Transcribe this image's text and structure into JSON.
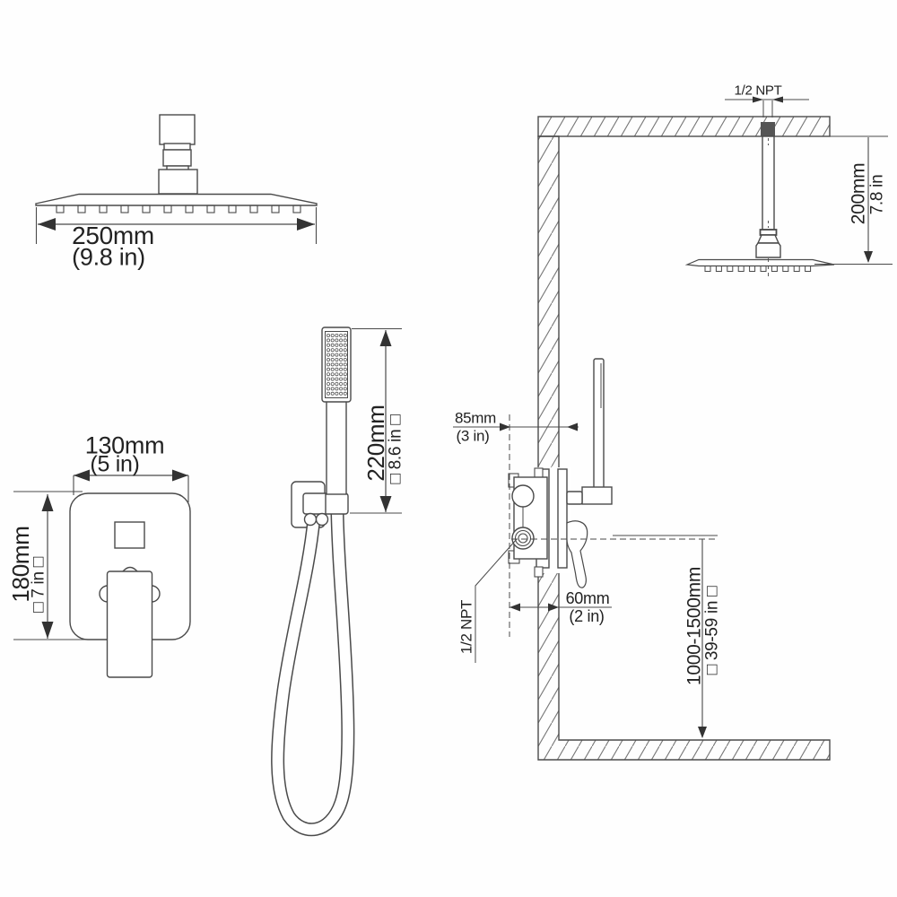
{
  "title": "Shower system installation dimension diagram",
  "colors": {
    "line": "#4a4a4a",
    "arrow": "#333333",
    "hatch": "#777777",
    "text": "#222222",
    "ceiling_plug_fill": "#555555",
    "background": "#fefefe"
  },
  "labels": {
    "head_width": "250mm",
    "head_width_in": "(9.8 in)",
    "valve_width": "130mm",
    "valve_width_in": "(5 in)",
    "valve_height": "180mm",
    "valve_height_in": "□ 7 in □",
    "wand_length": "220mm",
    "wand_length_in": "□ 8.6 in □",
    "ceiling_thread": "1/2 NPT",
    "arm_drop": "200mm",
    "arm_drop_in": "7.8 in",
    "rough_in_depth_max": "85mm",
    "rough_in_depth_max_in": "(3 in)",
    "rough_in_depth_min": "60mm",
    "rough_in_depth_min_in": "(2 in)",
    "valve_thread": "1/2 NPT",
    "mount_height": "1000-1500mm",
    "mount_height_in": "□ 39-59 in □"
  }
}
